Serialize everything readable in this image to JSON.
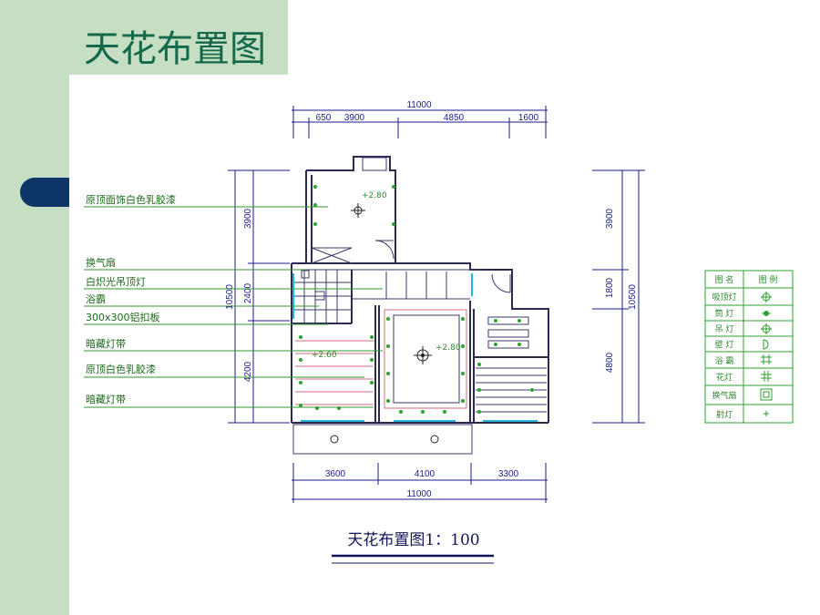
{
  "slide": {
    "title": "天花布置图"
  },
  "dimensions": {
    "top_total": "11000",
    "top_segments": [
      "650",
      "3900",
      "4850",
      "1600"
    ],
    "bottom_segments": [
      "3600",
      "4100",
      "3300"
    ],
    "bottom_total": "11000",
    "left_total": "10500",
    "left_segments": [
      "3900",
      "2400",
      "4200"
    ],
    "right_segments": [
      "3900",
      "1800",
      "4800"
    ],
    "right_total": "10500"
  },
  "labels": [
    "原顶面饰白色乳胶漆",
    "换气扇",
    "白炽光吊顶灯",
    "浴霸",
    "300x300铝扣板",
    "暗藏灯带",
    "原顶白色乳胶漆",
    "暗藏灯带"
  ],
  "elevations": [
    "+2.80",
    "+2.80",
    "+2.60"
  ],
  "legend": {
    "header": [
      "图  名",
      "图  例"
    ],
    "rows": [
      "吸顶灯",
      "筒  灯",
      "吊  灯",
      "壁  灯",
      "浴  霸",
      "花灯",
      "换气扇",
      "射灯"
    ]
  },
  "caption": "天花布置图1：100",
  "colors": {
    "green_bg": "#c6dfc4",
    "title": "#14694a",
    "bullet": "#0e3567",
    "dimension": "#1b1b8e",
    "label": "#1a6a1a"
  }
}
